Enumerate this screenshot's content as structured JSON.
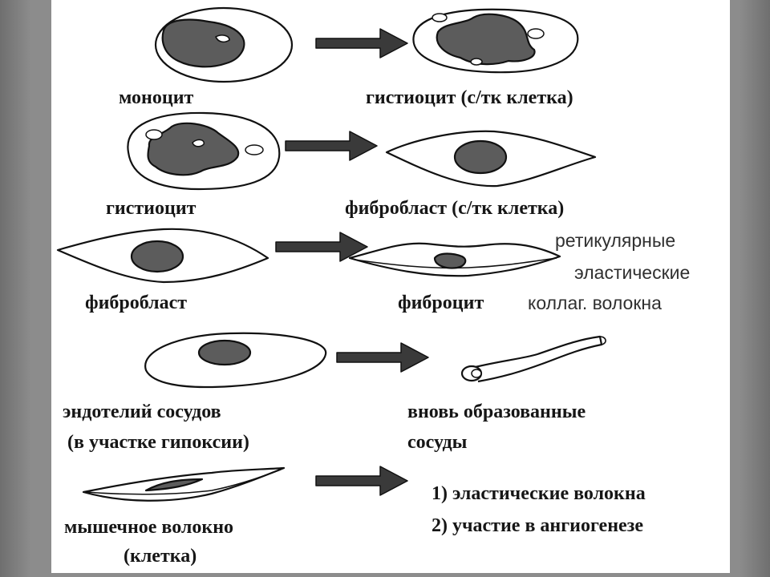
{
  "rows": [
    {
      "source": "моноцит",
      "target": "гистиоцит (с/тк клетка)"
    },
    {
      "source": "гистиоцит",
      "target": "фибробласт (с/тк клетка)"
    },
    {
      "source": "фибробласт",
      "target": "фиброцит",
      "fibers": [
        "ретикулярные",
        "эластические",
        "коллаг. волокна"
      ]
    },
    {
      "source_line1": "эндотелий сосудов",
      "source_line2": "(в участке гипоксии)",
      "target_line1": "вновь образованные",
      "target_line2": "сосуды"
    },
    {
      "source_line1": "мышечное волокно",
      "source_line2": "(клетка)",
      "result_1": "1) эластические волокна",
      "result_2": "2) участие в ангиогенезе"
    }
  ],
  "colors": {
    "nucleus": "#5c5c5c",
    "outline": "#111111",
    "arrow": "#3a3a3a",
    "page": "#ffffff",
    "frame": "#8c8c8c"
  }
}
